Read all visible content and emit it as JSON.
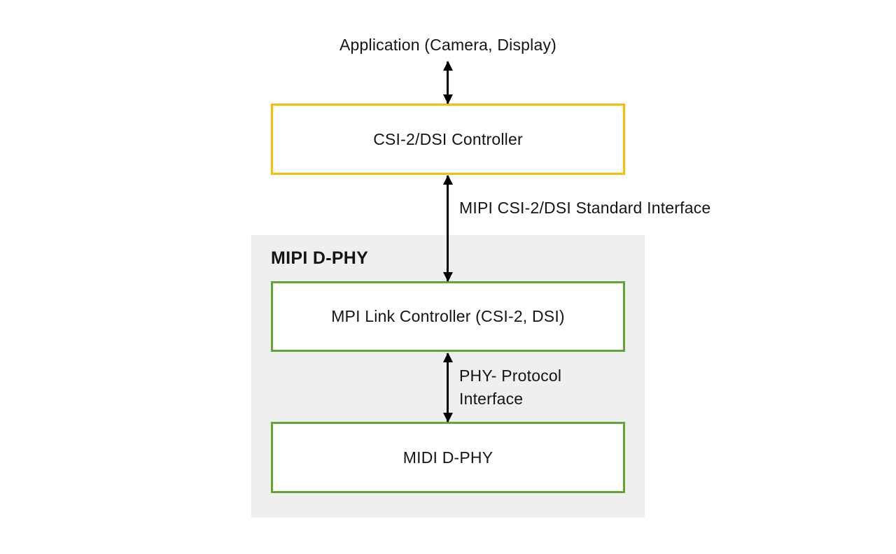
{
  "diagram": {
    "application_label": "Application (Camera, Display)",
    "controller_box_label": "CSI-2/DSI Controller",
    "standard_interface_label": "MIPI CSI-2/DSI Standard Interface",
    "dphy_container_title": "MIPI D-PHY",
    "link_controller_box_label": "MPI Link Controller (CSI-2, DSI)",
    "phy_protocol_label_line1": "PHY- Protocol",
    "phy_protocol_label_line2": "Interface",
    "midi_dphy_box_label": "MIDI D-PHY",
    "colors": {
      "controller_box_border": "#fbbc04",
      "phy_box_border": "#63a532",
      "dphy_container_background": "#efefef",
      "arrow": "#000000",
      "text": "#141414",
      "page_background": "#ffffff"
    }
  }
}
